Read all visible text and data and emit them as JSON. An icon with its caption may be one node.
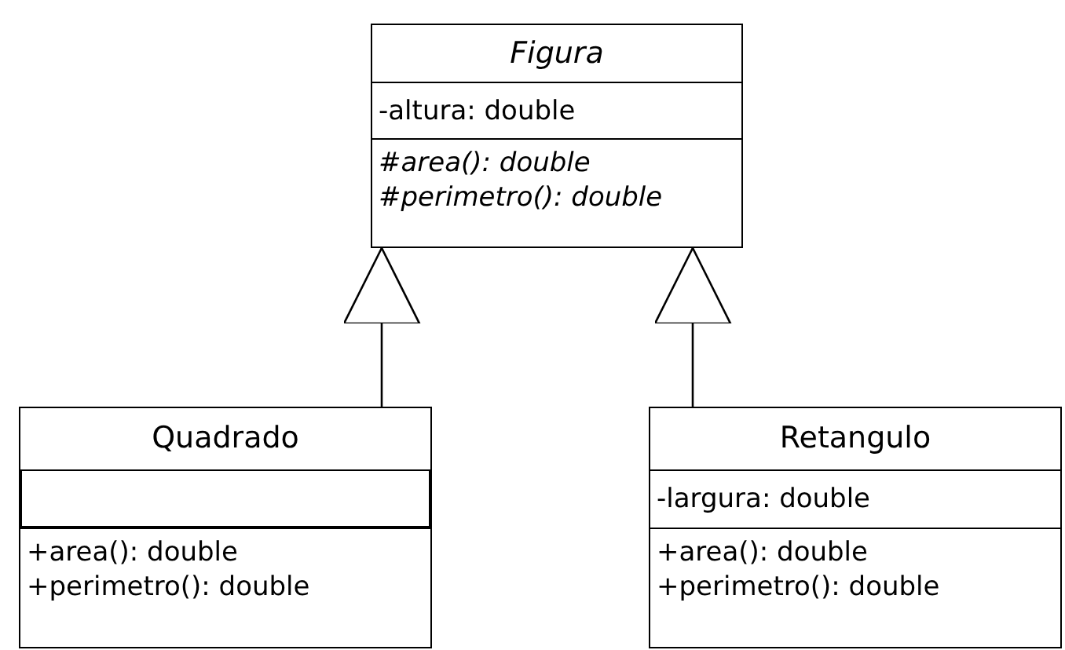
{
  "diagram": {
    "nodes": [
      {
        "text": [],
        "shape": "box"
      },
      {
        "text": [
          "Figura"
        ],
        "in": 0
      },
      {
        "text": [
          "-altura: double"
        ],
        "in": 0
      },
      {
        "text": [
          "#area(): double",
          "#perimetro(): double"
        ],
        "in": 0
      },
      {
        "text": [],
        "shape": "box"
      },
      {
        "text": [
          "Quadrado"
        ],
        "in": 4
      },
      {
        "text": [],
        "shape": "box",
        "in": 4
      },
      {
        "text": [
          "+area(): double",
          "+perimetro(): double"
        ],
        "in": 4
      },
      {
        "text": [],
        "shape": "box"
      },
      {
        "text": [
          "Retangulo"
        ],
        "in": 8
      },
      {
        "text": [
          "-largura: double"
        ],
        "in": 8
      },
      {
        "text": [
          "+area(): double",
          "+perimetro(): double"
        ],
        "in": 8
      }
    ],
    "edges": [
      {
        "from": 4,
        "to": 0,
        "arrow": "to"
      },
      {
        "from": 8,
        "to": 0,
        "arrow": "to"
      }
    ]
  }
}
